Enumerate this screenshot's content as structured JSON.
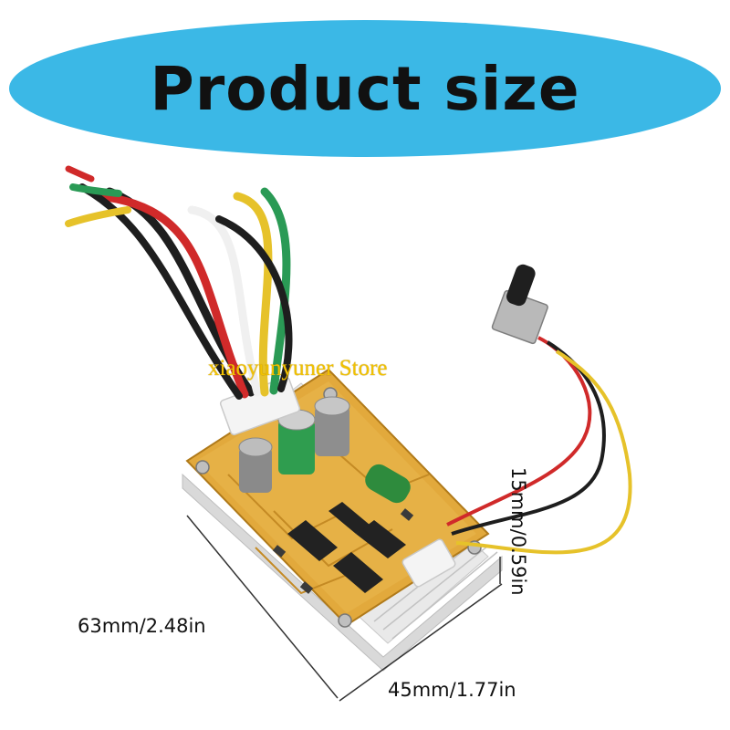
{
  "banner": {
    "title": "Product size",
    "color": "#3bb8e6"
  },
  "watermark": {
    "text": "xiaoyunyuner Store"
  },
  "dimensions": {
    "length": "63mm/2.48in",
    "width": "45mm/1.77in",
    "height": "15mm/0.59in"
  }
}
